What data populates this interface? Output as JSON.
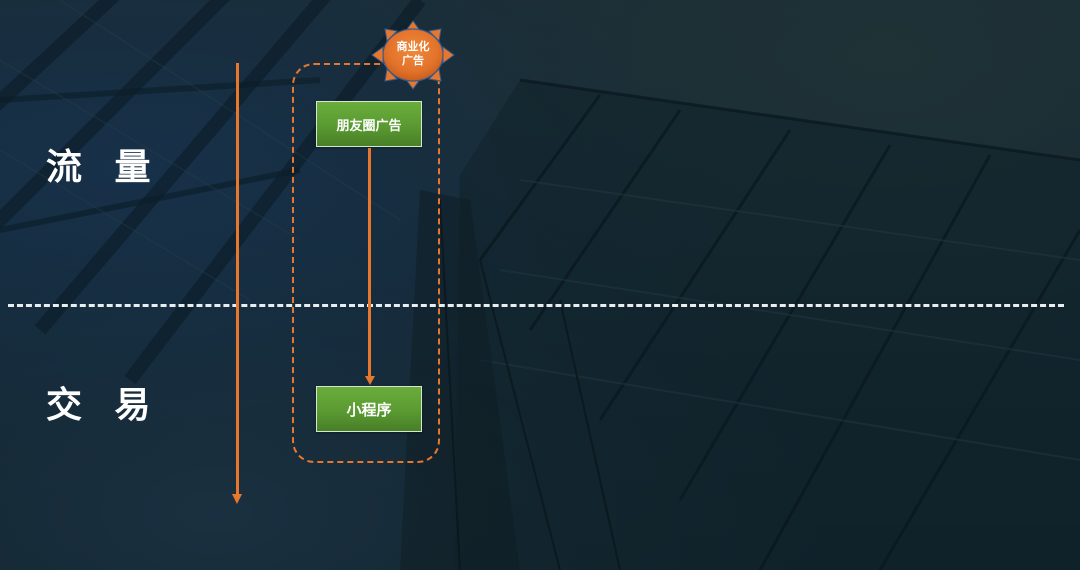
{
  "diagram": {
    "lanes": [
      {
        "label": "流 量",
        "region": "top"
      },
      {
        "label": "交 易",
        "region": "bottom"
      }
    ],
    "divider": {
      "style": "dashed",
      "color": "#e8eef0"
    },
    "badge": {
      "line1": "商业化",
      "line2": "广告",
      "shape": "sun-burst",
      "color": "#e8772e"
    },
    "nodes": [
      {
        "id": "moments-ads",
        "label": "朋友圈广告",
        "lane": "top"
      },
      {
        "id": "mini-program",
        "label": "小程序",
        "lane": "bottom"
      }
    ],
    "edges": [
      {
        "from": "moments-ads",
        "to": "mini-program",
        "style": "solid-arrow"
      }
    ],
    "timeline_arrow": {
      "direction": "down",
      "color": "#e8772e"
    },
    "group": {
      "style": "dashed-rounded",
      "color": "#e8772e",
      "contains": [
        "moments-ads",
        "mini-program"
      ]
    },
    "colors": {
      "accent": "#e8772e",
      "node_fill": "#5a9a32",
      "text": "#ffffff",
      "background": "#17282f"
    }
  }
}
